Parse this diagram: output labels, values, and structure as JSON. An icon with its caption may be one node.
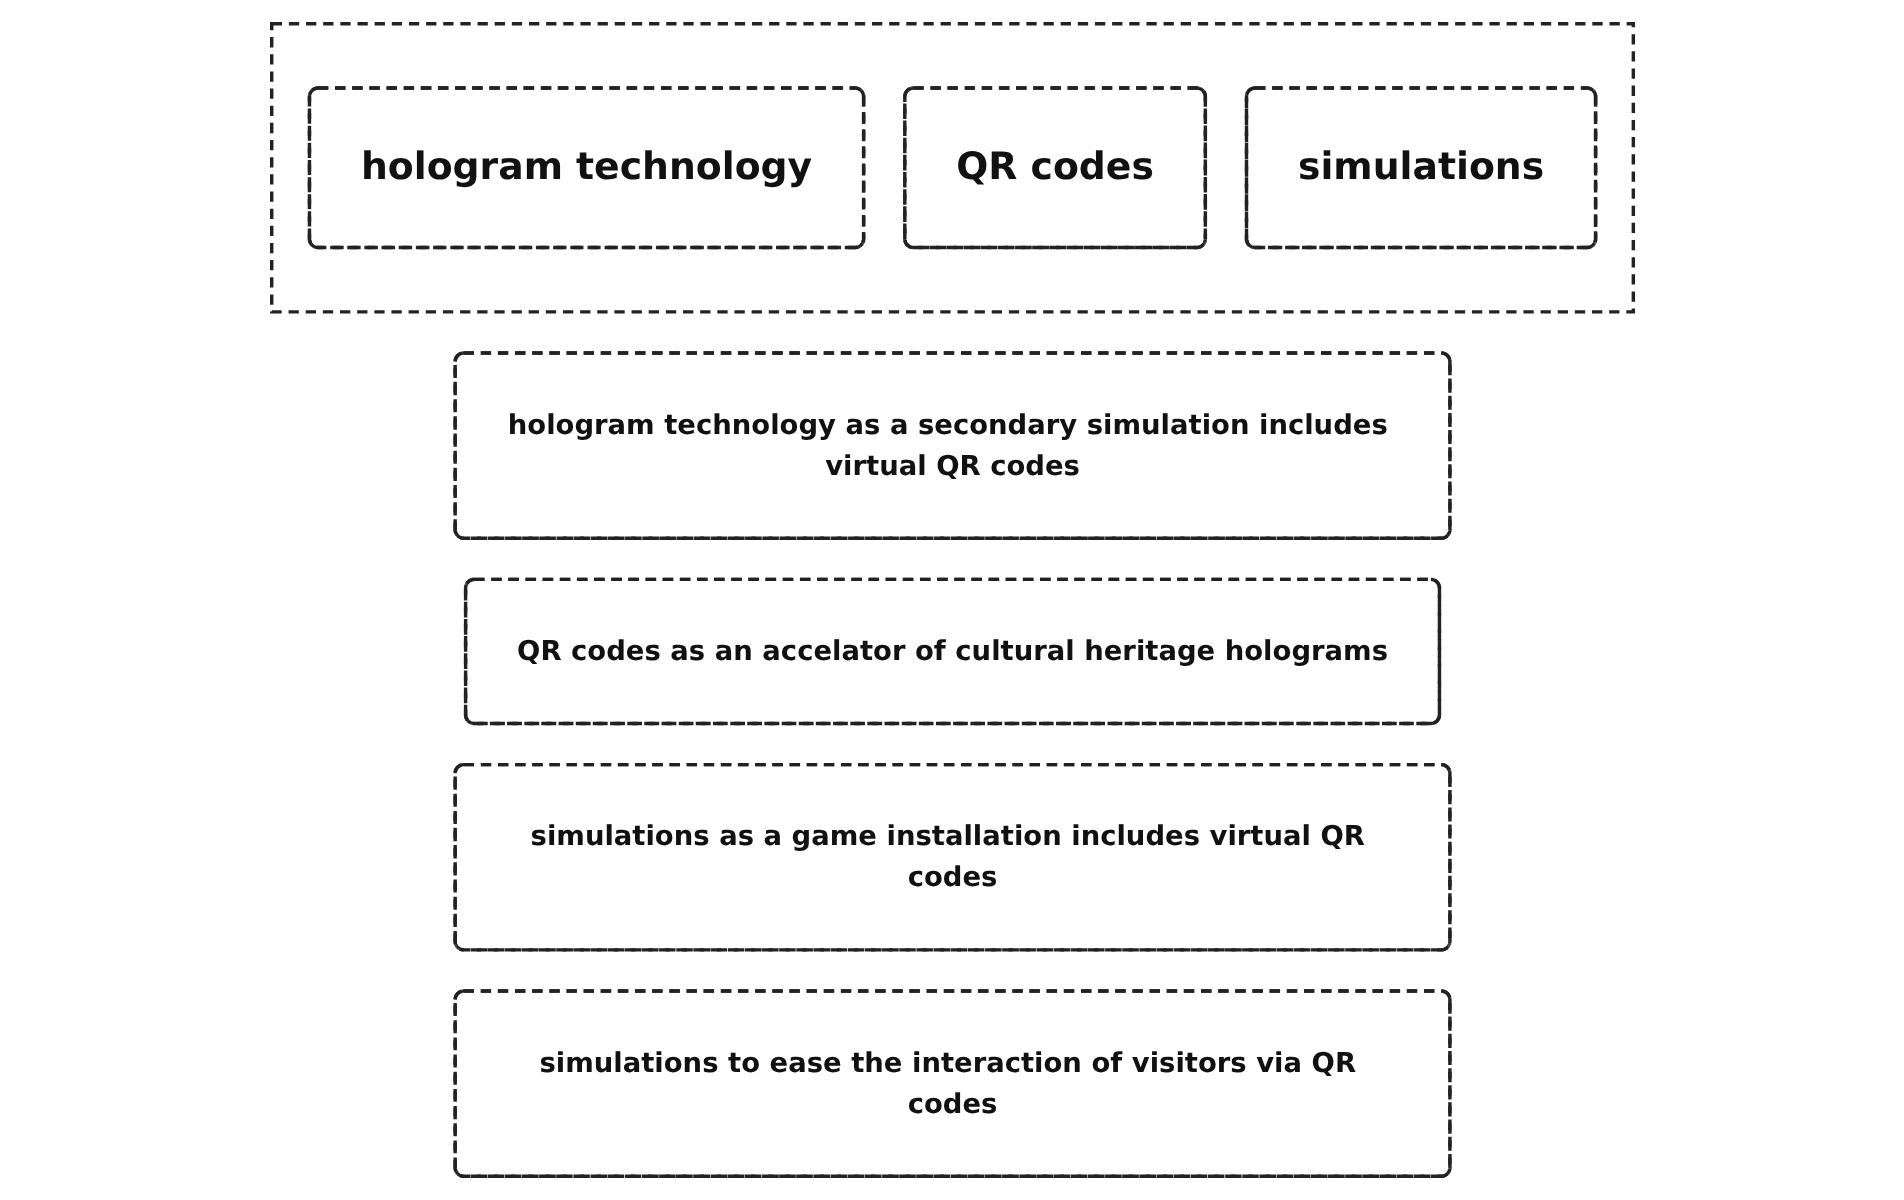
{
  "diagram": {
    "nodes": [
      {
        "text": [
          "hologram technology as a secondary simulation includes virtual QR codes"
        ]
      },
      {
        "text": [
          "QR codes as an accelator of cultural heritage holograms"
        ]
      },
      {
        "text": [],
        "shape": "box"
      },
      {
        "text": [
          "hologram technology"
        ],
        "in": 2
      },
      {
        "text": [
          "QR codes"
        ],
        "in": 2
      },
      {
        "text": [
          "simulations"
        ],
        "in": 2
      },
      {
        "text": [
          "simulations as a game installation includes virtual QR codes"
        ]
      },
      {
        "text": [
          "simulations to ease the interaction of visitors via QR codes"
        ]
      }
    ]
  }
}
